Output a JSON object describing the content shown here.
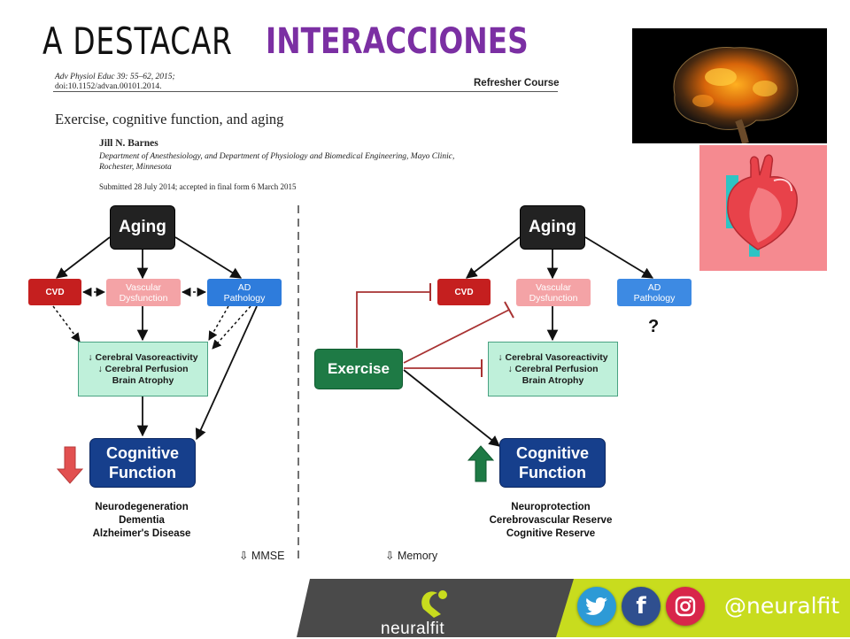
{
  "header": {
    "title_left": "A DESTACAR",
    "title_right": "INTERACCIONES"
  },
  "paper": {
    "journal_line": "Adv Physiol Educ 39: 55–62, 2015;",
    "doi_line": "doi:10.1152/advan.00101.2014.",
    "section": "Refresher Course",
    "title": "Exercise, cognitive function, and aging",
    "author": "Jill N. Barnes",
    "affiliation": "Department of Anesthesiology, and Department of Physiology and Biomedical Engineering, Mayo Clinic, Rochester, Minnesota",
    "submitted": "Submitted 28 July 2014; accepted in final form 6 March 2015"
  },
  "diagram": {
    "left": {
      "aging": "Aging",
      "cvd": "CVD",
      "vascular_l1": "Vascular",
      "vascular_l2": "Dysfunction",
      "ad_l1": "AD",
      "ad_l2": "Pathology",
      "cereb_l1": "↓ Cerebral Vasoreactivity",
      "cereb_l2": "↓ Cerebral Perfusion",
      "cereb_l3": "Brain Atrophy",
      "cog_l1": "Cognitive",
      "cog_l2": "Function",
      "out_l1": "Neurodegeneration",
      "out_l2": "Dementia",
      "out_l3": "Alzheimer's Disease",
      "axis": "⇩ MMSE"
    },
    "right": {
      "aging": "Aging",
      "cvd": "CVD",
      "vascular_l1": "Vascular",
      "vascular_l2": "Dysfunction",
      "ad_l1": "AD",
      "ad_l2": "Pathology",
      "question": "?",
      "exercise": "Exercise",
      "cereb_l1": "↓ Cerebral Vasoreactivity",
      "cereb_l2": "↓ Cerebral Perfusion",
      "cereb_l3": "Brain Atrophy",
      "cog_l1": "Cognitive",
      "cog_l2": "Function",
      "out_l1": "Neuroprotection",
      "out_l2": "Cerebrovascular Reserve",
      "out_l3": "Cognitive Reserve",
      "axis": "⇩ Memory"
    }
  },
  "footer": {
    "brand": "neuralfit",
    "handle": "@neuralfit",
    "social": [
      "twitter-icon",
      "facebook-icon",
      "instagram-icon"
    ]
  },
  "colors": {
    "accent_purple": "#7b2fa3",
    "footer_dark": "#4a4a4a",
    "footer_lime": "#c8dc1e",
    "cvd_red": "#c51f1f",
    "ad_blue": "#2e7cdc",
    "cog_navy": "#163f8c",
    "exercise_green": "#1e7a45",
    "inhibit_red": "#a83232"
  }
}
